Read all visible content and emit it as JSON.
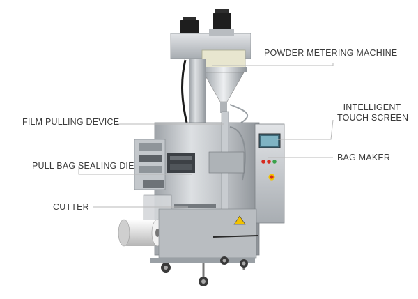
{
  "diagram": {
    "labels": {
      "powder_metering_machine": "POWDER METERING MACHINE",
      "intelligent_touch_screen_line1": "INTELLIGENT",
      "intelligent_touch_screen_line2": "TOUCH SCREEN",
      "film_pulling_device": "FILM PULLING DEVICE",
      "pull_bag_sealing_die": "PULL BAG SEALING DIE",
      "bag_maker": "BAG MAKER",
      "cutter": "CUTTER"
    },
    "colors": {
      "label_text": "#3a3a3a",
      "leader_line": "#b9b9b9",
      "stainless_steel": "#c9ccd0",
      "motor_black": "#1e1e1e",
      "film_roll": "#e8e8e8",
      "warning_yellow": "#f2c200",
      "button_red": "#d62b1f"
    }
  }
}
